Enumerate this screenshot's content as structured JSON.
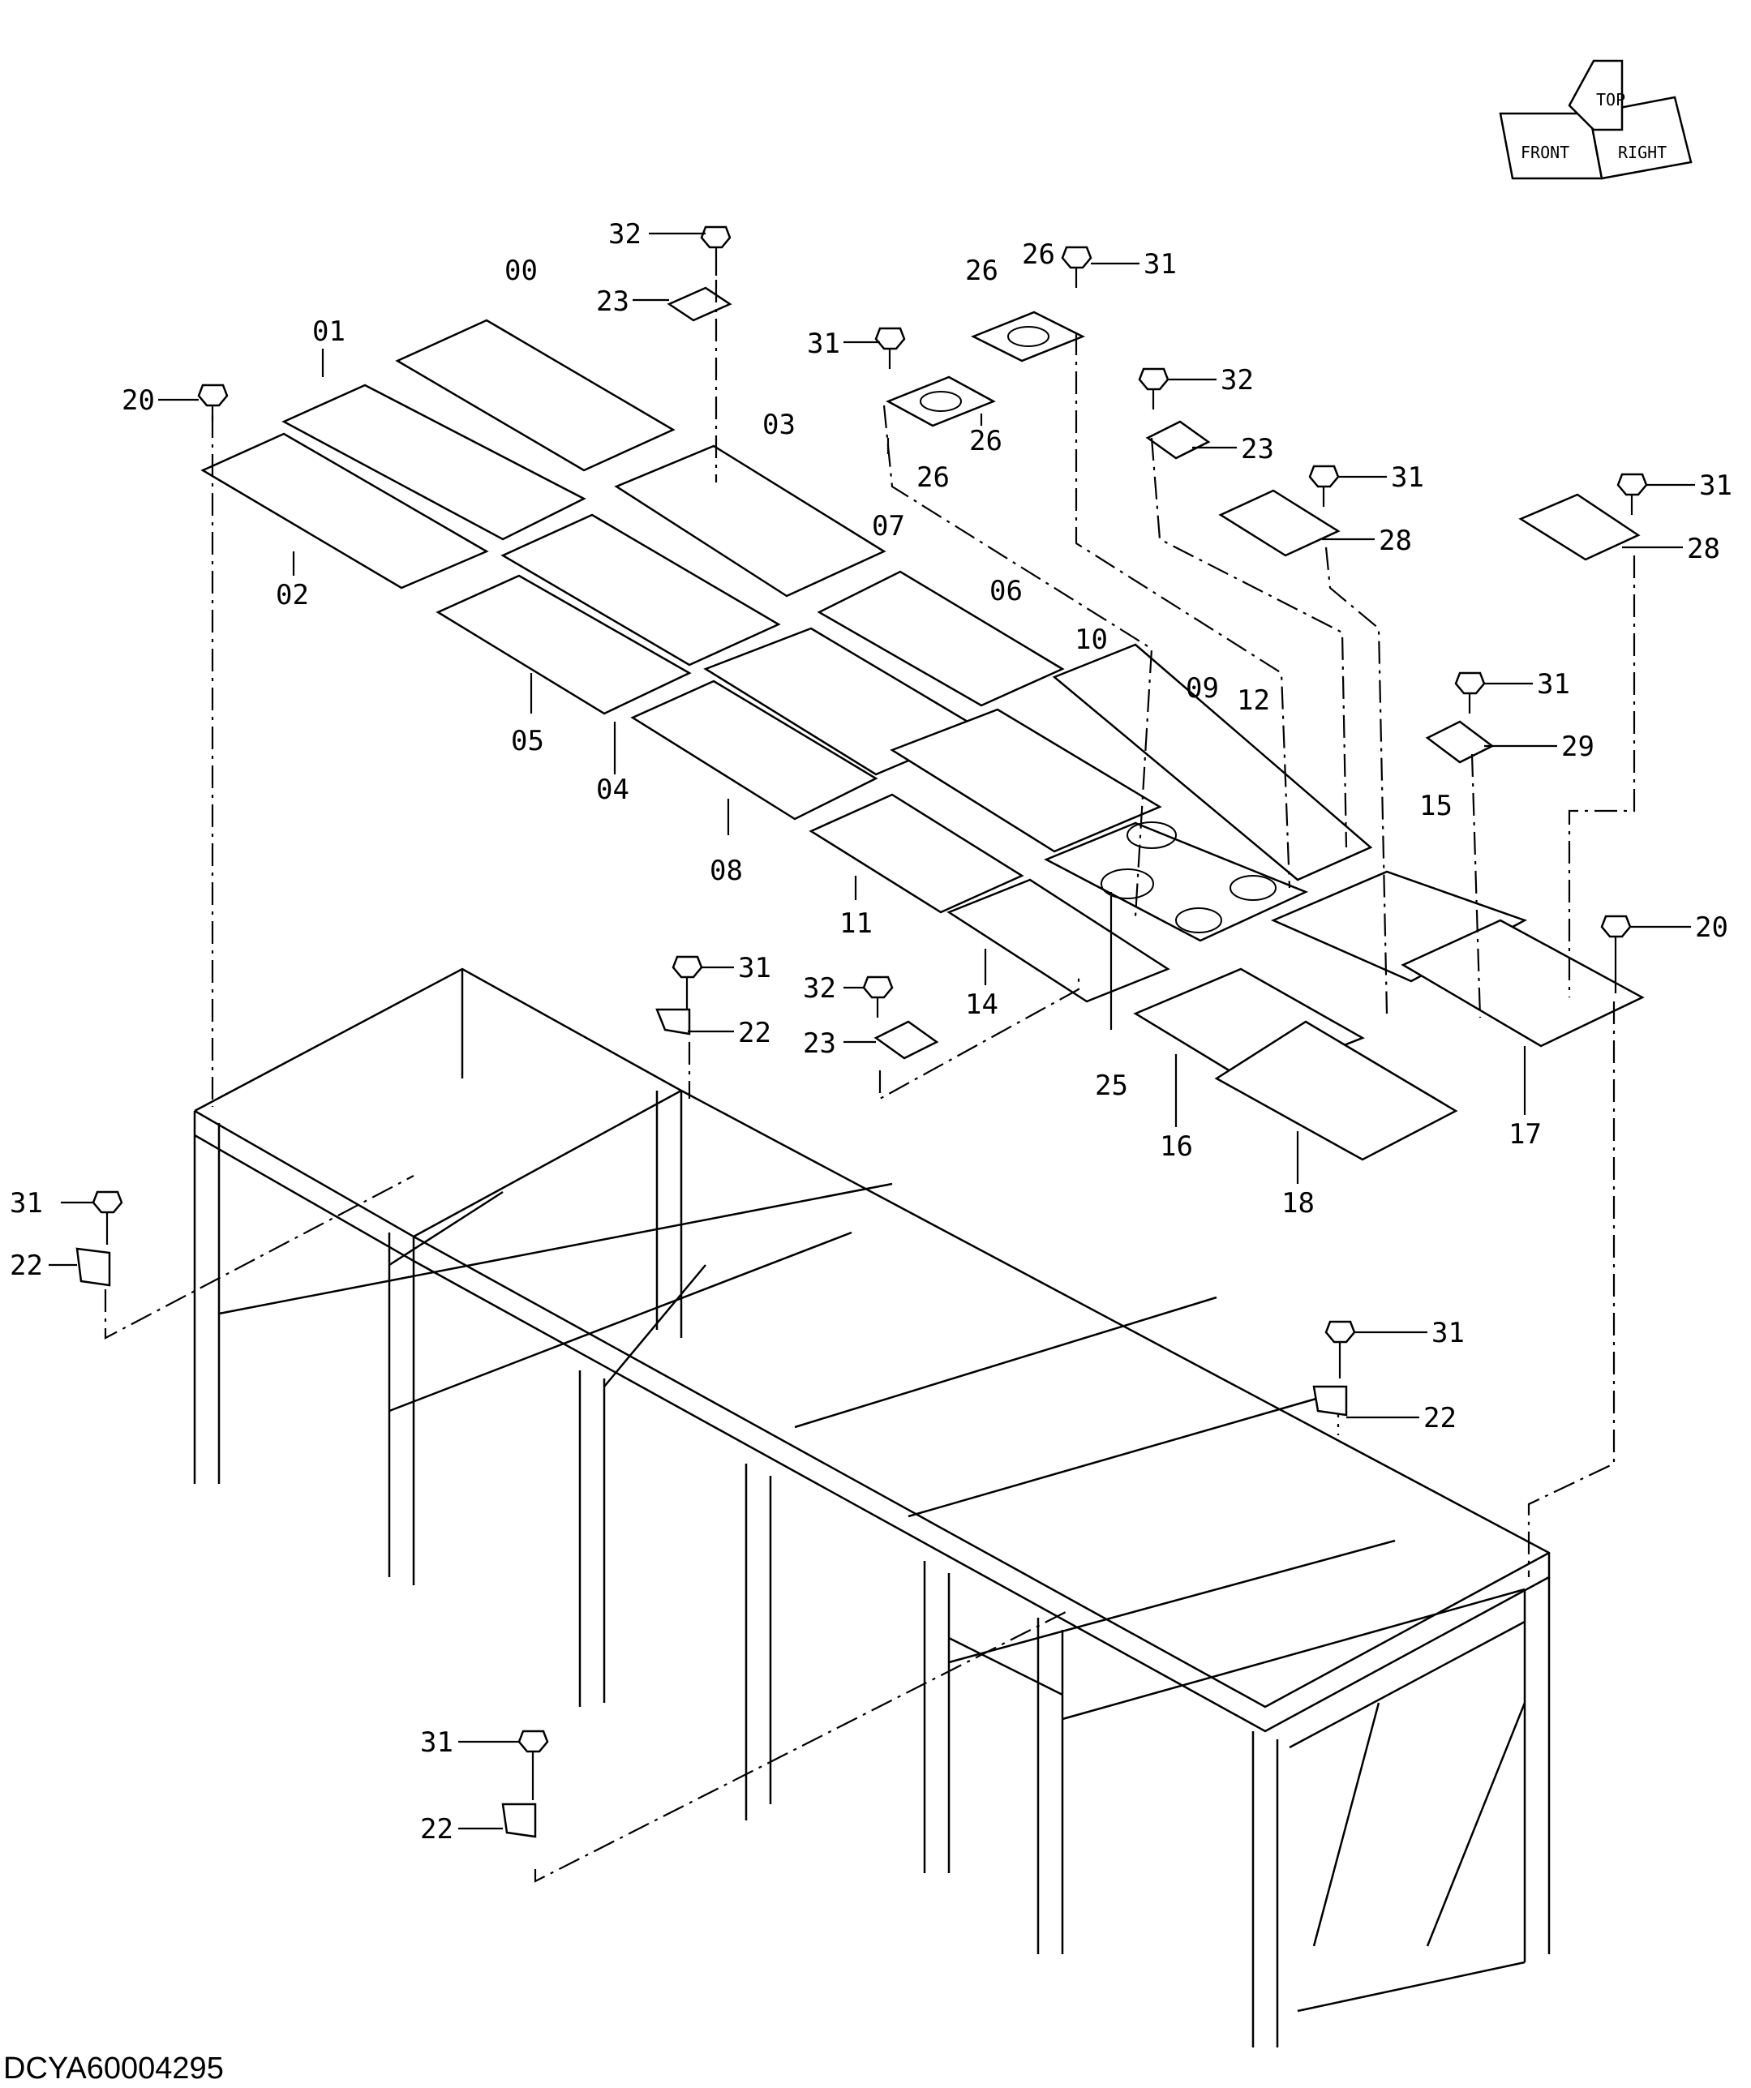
{
  "drawing_code": "DCYA60004295",
  "orientation_marker": {
    "front_label": "FRONT",
    "top_label": "TOP",
    "right_label": "RIGHT"
  },
  "callouts": {
    "p00": "00",
    "p01": "01",
    "p02": "02",
    "p03": "03",
    "p04": "04",
    "p05": "05",
    "p06": "06",
    "p07": "07",
    "p08": "08",
    "p09": "09",
    "p10": "10",
    "p11": "11",
    "p12": "12",
    "p14": "14",
    "p15": "15",
    "p16": "16",
    "p17": "17",
    "p18": "18",
    "p20": "20",
    "p22": "22",
    "p23": "23",
    "p25": "25",
    "p26": "26",
    "p28": "28",
    "p29": "29",
    "p31": "31",
    "p32": "32"
  }
}
